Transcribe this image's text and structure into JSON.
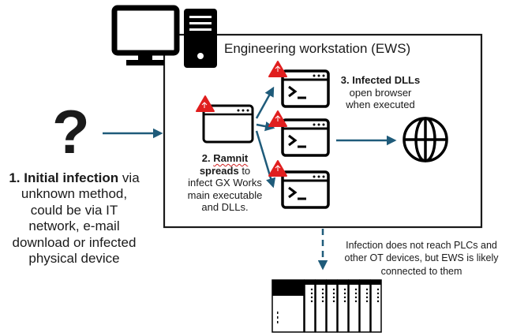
{
  "ews_box": {
    "title": "Engineering workstation (EWS)"
  },
  "question_mark": "?",
  "step1": {
    "bold": "1. Initial infection",
    "rest": [
      " via",
      "unknown method,",
      "could be via IT",
      "network, e-mail",
      "download or infected",
      "physical device"
    ]
  },
  "step2": {
    "bold_line1": "2. ",
    "ramnit": "Ramnit",
    "bold_line2": "spreads",
    "rest_line2": " to",
    "rest": [
      "infect GX Works",
      "main executable",
      "and DLLs."
    ]
  },
  "step3": {
    "bold": "3. Infected DLLs",
    "rest": [
      "open browser",
      "when executed"
    ]
  },
  "note": {
    "lines": [
      "Infection does not reach PLCs and",
      "other OT devices, but EWS is likely",
      "connected to them"
    ]
  },
  "icons": {
    "computer": "desktop-computer-icon",
    "warning": "warning-triangle-icon",
    "terminal": "terminal-window-icon",
    "globe": "globe-icon",
    "plc": "plc-rack-icon"
  },
  "colors": {
    "arrow": "#1f5b7a",
    "warning": "#e01e1e",
    "border": "#1a1a1a"
  }
}
